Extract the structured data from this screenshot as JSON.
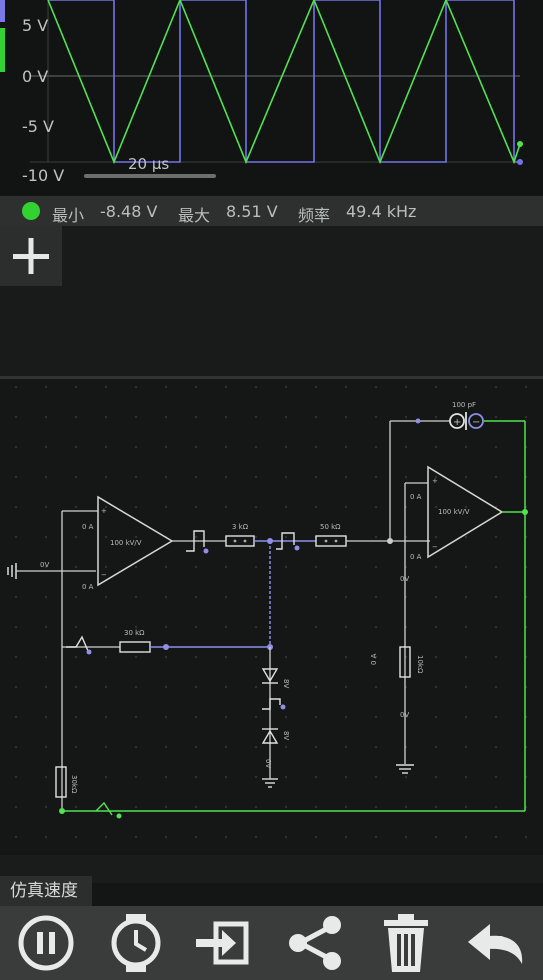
{
  "scope": {
    "y_labels": [
      "5 V",
      "0 V",
      "-5 V",
      "-10 V"
    ],
    "time_scale": "20 μs",
    "colors": {
      "triangle": "#4fe34f",
      "square": "#7373e8",
      "grid": "#3b3f3d"
    }
  },
  "stats": {
    "min_label": "最小",
    "min_value": "-8.48 V",
    "max_label": "最大",
    "max_value": "8.51 V",
    "freq_label": "频率",
    "freq_value": "49.4 kHz"
  },
  "panel": {
    "add_icon": "plus-icon"
  },
  "circuit": {
    "labels": {
      "opamp1_gain": "100 kV/V",
      "opamp2_gain": "100 kV/V",
      "in1_current": "0 A",
      "in2_current": "0 A",
      "in3_current": "0 A",
      "in4_current": "0 A",
      "ground_voltage": "0V",
      "r1": "3 kΩ",
      "r2": "50 kΩ",
      "r3": "30 kΩ",
      "r4": "10kΩ",
      "r5": "30kΩ",
      "cap": "100 pF",
      "zener1": "8V",
      "zener2": "8V",
      "node_v1": "0V",
      "node_v2": "0V",
      "node_v3": "0V",
      "r4_current": "0 A"
    }
  },
  "speed": {
    "label": "仿真速度"
  },
  "toolbar": {
    "icons": [
      "pause-icon",
      "clock-icon",
      "export-icon",
      "share-icon",
      "trash-icon",
      "undo-icon"
    ]
  }
}
